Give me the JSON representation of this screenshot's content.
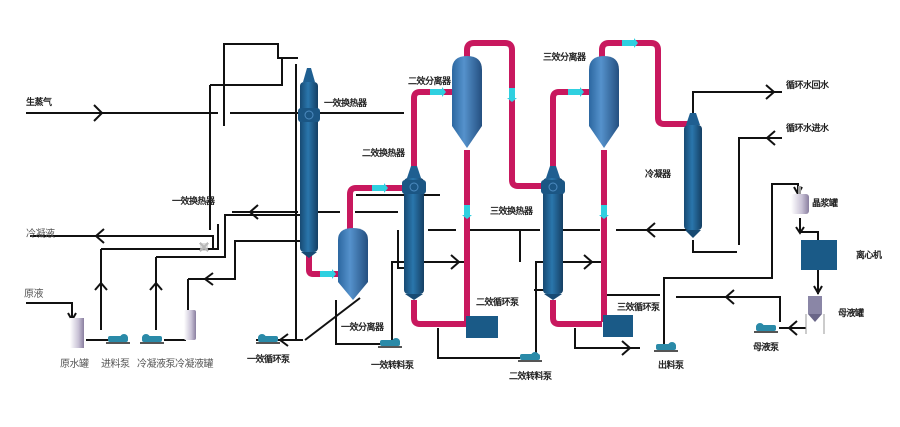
{
  "title": "三效蒸发器工艺流程图",
  "colors": {
    "line": "#111111",
    "steam_pipe": "#c8185e",
    "vessel": "#1f5f91",
    "separator": "#3a7ab8",
    "flow_arrow": "#2fd0e0",
    "pump_body": "#2a8aa8",
    "tank": "#d8d4e0"
  },
  "streams": {
    "live_steam": "生蒸气",
    "condensate": "冷凝液",
    "raw_liquid": "原液",
    "cooling_water_return": "循环水回水",
    "cooling_water_supply": "循环水进水"
  },
  "equipment": {
    "heater_1": "一效换热器",
    "heater_1_side": "一效换热器",
    "heater_2": "二效换热器",
    "heater_3": "三效换热器",
    "separator_1": "一效分离器",
    "separator_2": "二效分离器",
    "separator_3": "三效分离器",
    "condenser": "冷凝器",
    "circ_pump_1": "一效循环泵",
    "circ_pump_2": "二效循环泵",
    "circ_pump_3": "三效循环泵",
    "transfer_pump_1": "一效转料泵",
    "transfer_pump_2": "二效转料泵",
    "discharge_pump": "出料泵",
    "crystallizer_tank": "晶浆罐",
    "centrifuge": "离心机",
    "mother_liquor_tank": "母液罐",
    "mother_liquor_pump": "母液泵",
    "raw_water_tank": "原水罐",
    "feed_pump": "进料泵",
    "condensate_pump": "冷凝液泵",
    "condensate_tank": "冷凝液罐"
  }
}
